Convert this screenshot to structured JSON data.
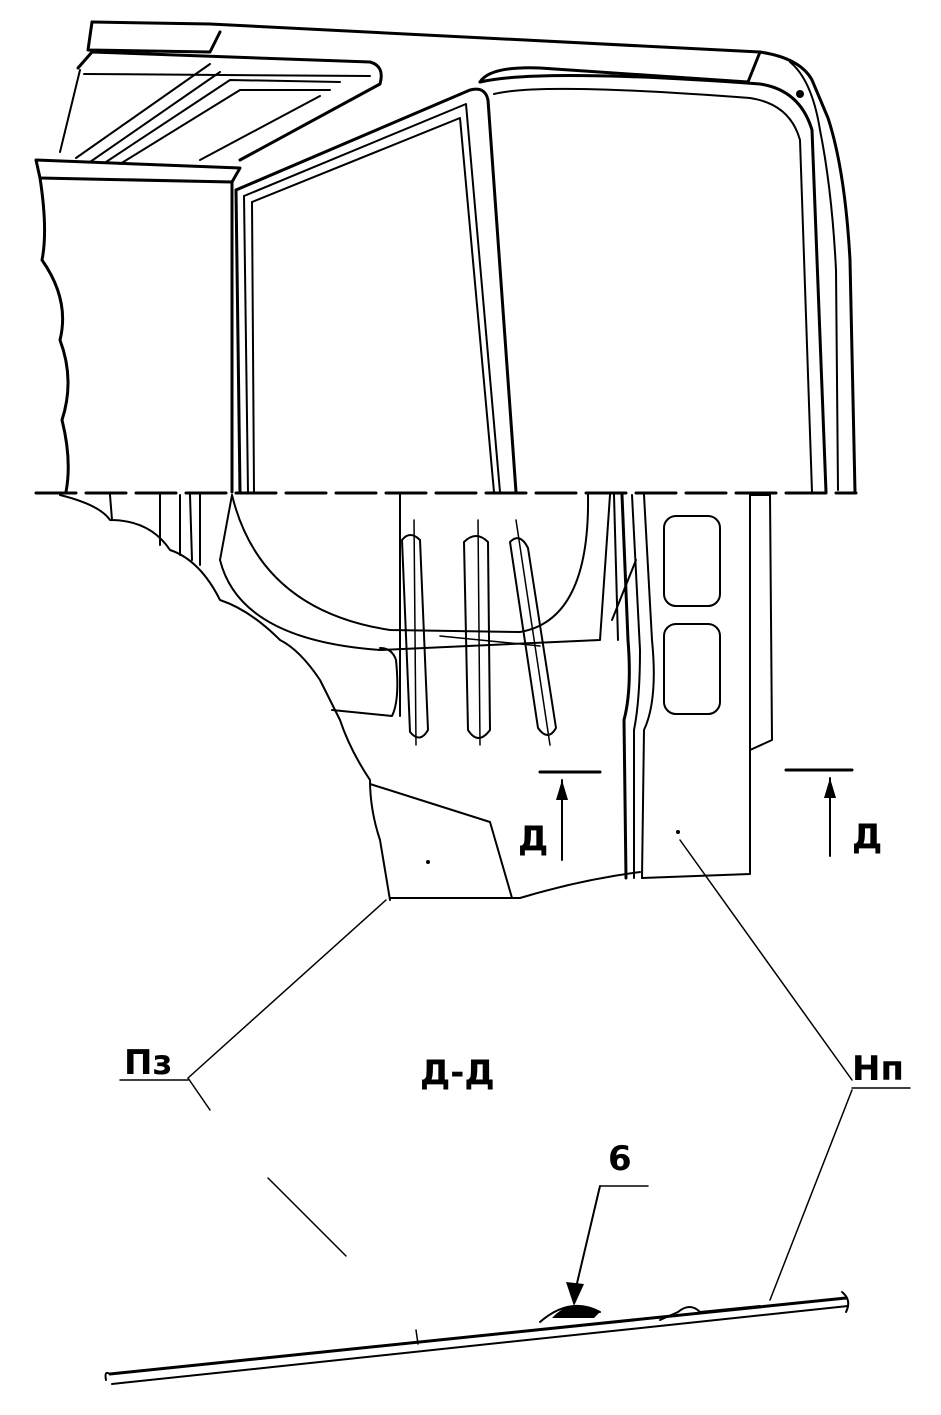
{
  "labels": {
    "section_left": "Д",
    "section_right": "Д",
    "section_view": "Д-Д",
    "part_left": "Пз",
    "part_right": "Нп",
    "weld_number": "6"
  }
}
